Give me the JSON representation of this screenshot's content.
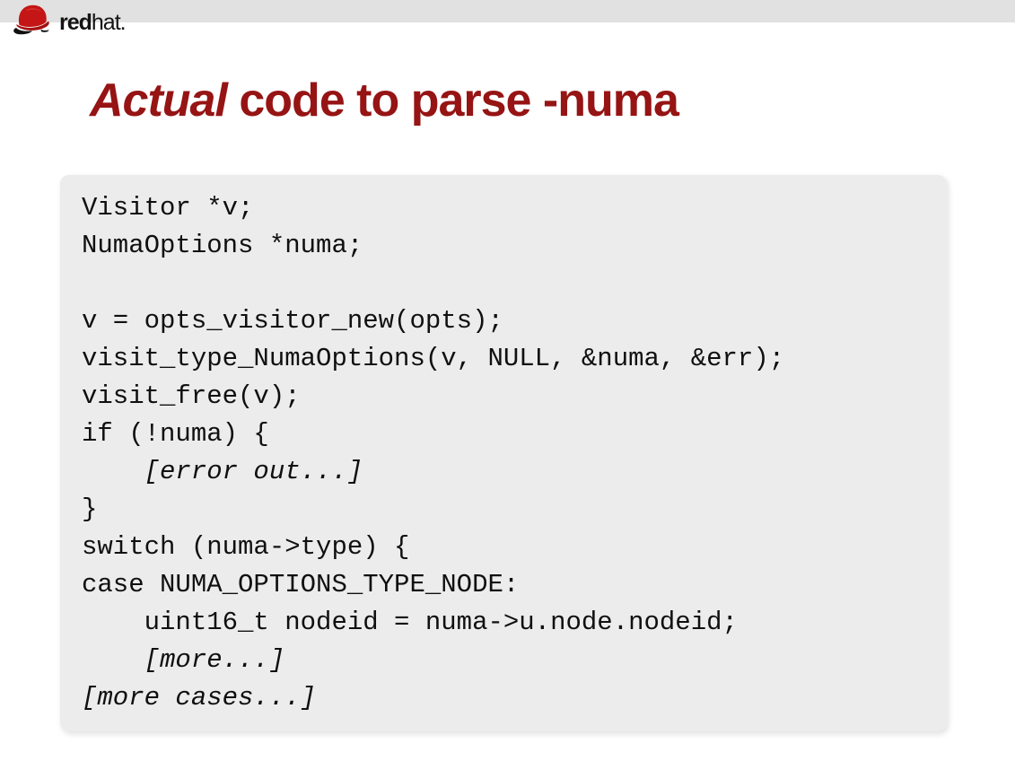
{
  "page": {
    "background_color": "#ffffff",
    "topbar_color": "#e1e1e1"
  },
  "logo": {
    "brand_bold": "red",
    "brand_regular": "hat.",
    "hat_color": "#c41616",
    "hat_shadow_color": "#111111"
  },
  "title": {
    "italic_part": "Actual",
    "rest": " code to parse -numa",
    "color": "#961414"
  },
  "code_block": {
    "background": "#ececec",
    "text_color": "#101010",
    "lines": [
      {
        "text": "Visitor *v;",
        "italic": false
      },
      {
        "text": "NumaOptions *numa;",
        "italic": false
      },
      {
        "text": "",
        "italic": false
      },
      {
        "text": "v = opts_visitor_new(opts);",
        "italic": false
      },
      {
        "text": "visit_type_NumaOptions(v, NULL, &numa, &err);",
        "italic": false
      },
      {
        "text": "visit_free(v);",
        "italic": false
      },
      {
        "text": "if (!numa) {",
        "italic": false
      },
      {
        "text": "    [error out...]",
        "italic": true
      },
      {
        "text": "}",
        "italic": false
      },
      {
        "text": "switch (numa->type) {",
        "italic": false
      },
      {
        "text": "case NUMA_OPTIONS_TYPE_NODE:",
        "italic": false
      },
      {
        "text": "    uint16_t nodeid = numa->u.node.nodeid;",
        "italic": false
      },
      {
        "text": "    [more...]",
        "italic": true
      },
      {
        "text": "[more cases...]",
        "italic": true
      }
    ]
  }
}
